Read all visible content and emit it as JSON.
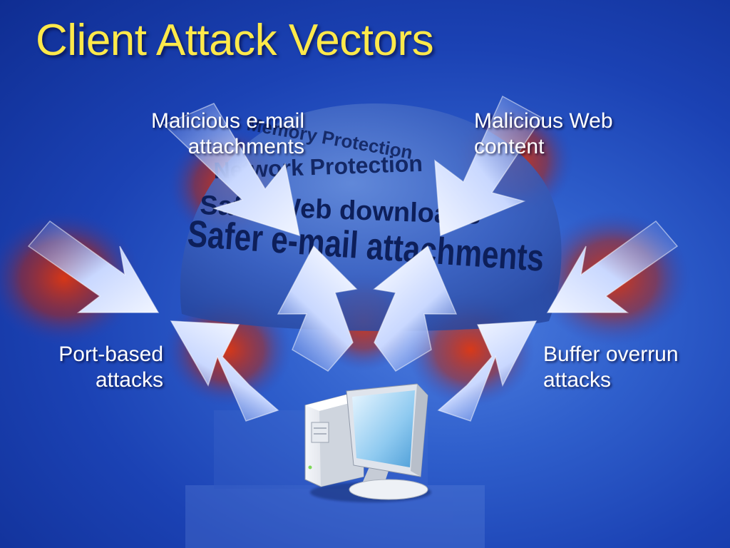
{
  "title": "Client Attack Vectors",
  "globe": {
    "bands": [
      "Memory Protection",
      "Network Protection",
      "Safer Web downloads",
      "Safer e-mail attachments"
    ]
  },
  "labels": {
    "email": [
      "Malicious e-mail",
      "attachments"
    ],
    "web": [
      "Malicious Web",
      "content"
    ],
    "port": [
      "Port-based",
      "attacks"
    ],
    "buffer": [
      "Buffer overrun",
      "attacks"
    ]
  },
  "colors": {
    "title": "#ffe94a",
    "label_text": "#ffffff",
    "background": "#1b42b4",
    "arrow": "#e3ecff",
    "glow": "#d42a10"
  },
  "icons": [
    "computer-icon"
  ]
}
